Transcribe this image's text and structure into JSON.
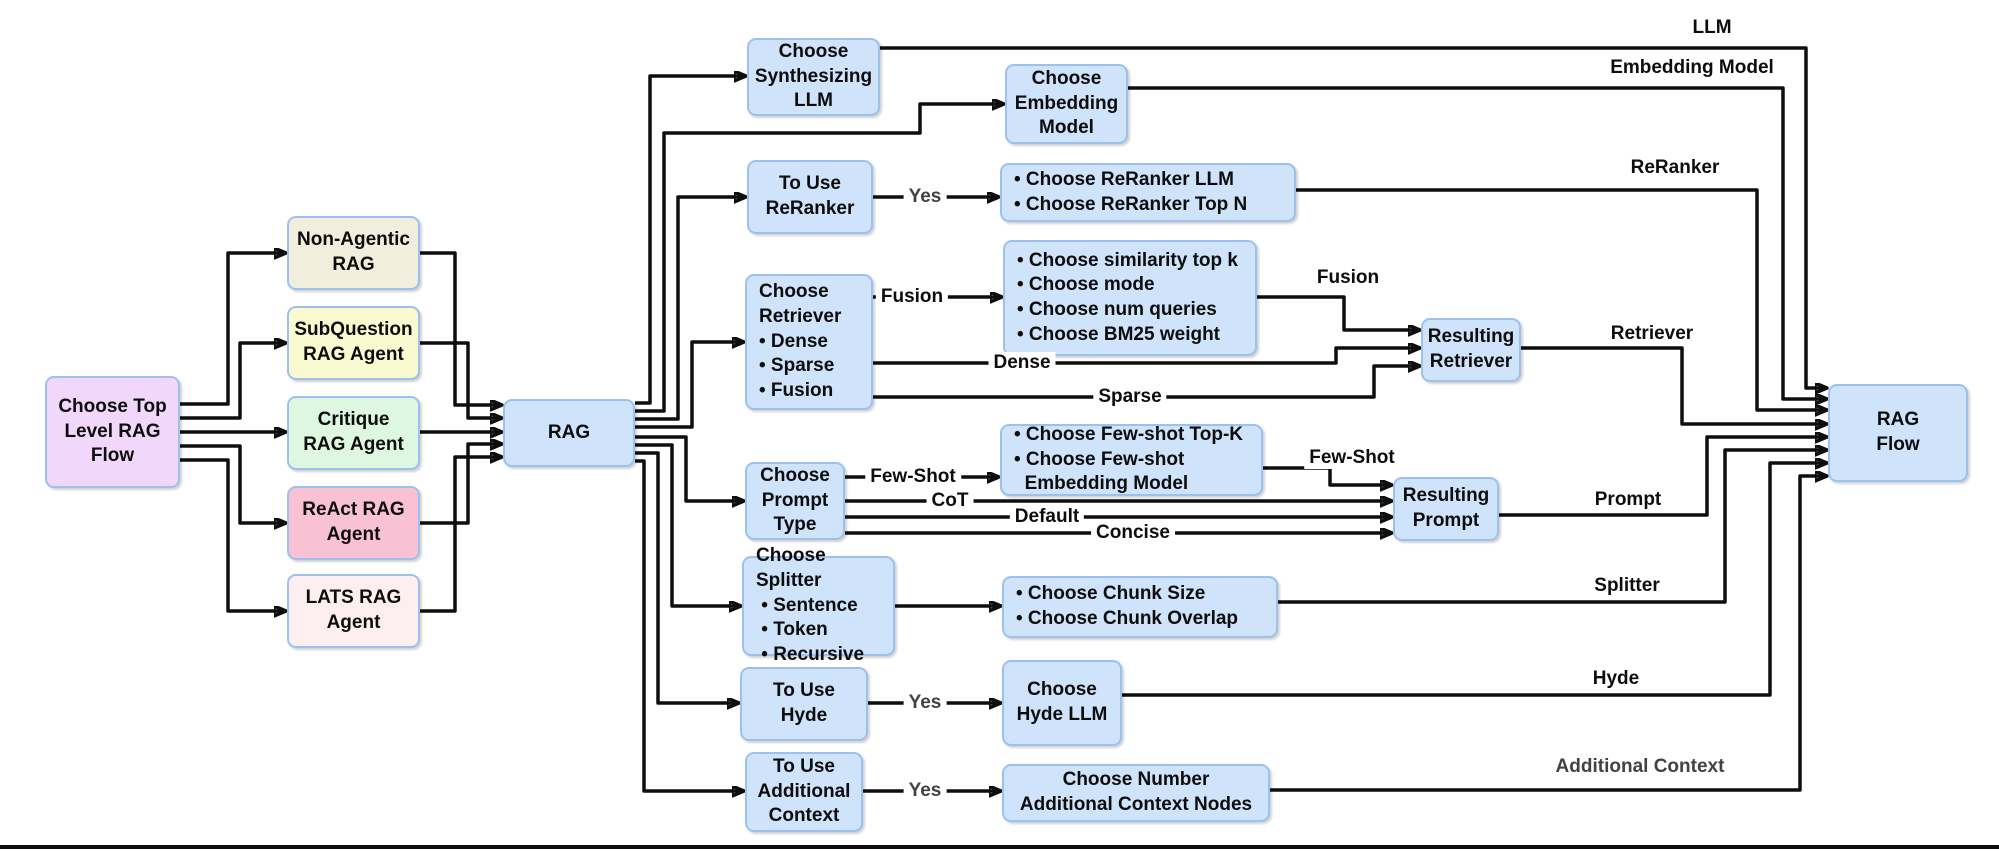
{
  "palette": {
    "node_blue_fill": "#cfe3fa",
    "node_border_blue": "#9dc1ee",
    "lavender": "#f1d7fa",
    "beige": "#f2eedd",
    "yellow": "#fafad0",
    "green": "#def7e0",
    "pink": "#f9c2d4",
    "pale_pink": "#fdeff0",
    "line_black": "#0e0e0e",
    "label_gray": "#424242"
  },
  "nodes": {
    "choose_top_level": {
      "label": "Choose Top\nLevel RAG\nFlow",
      "color": "#f1d7fa"
    },
    "non_agentic": {
      "label": "Non-Agentic\nRAG",
      "color": "#f2eedd"
    },
    "subquestion": {
      "label": "SubQuestion\nRAG Agent",
      "color": "#fafad0"
    },
    "critique": {
      "label": "Critique\nRAG Agent",
      "color": "#def7e0"
    },
    "react": {
      "label": "ReAct RAG\nAgent",
      "color": "#f9c2d4"
    },
    "lats": {
      "label": "LATS RAG\nAgent",
      "color": "#fdeff0"
    },
    "rag": {
      "label": "RAG",
      "color": "#cfe3fa"
    },
    "synth_llm": {
      "label": "Choose\nSynthesizing\nLLM"
    },
    "embed_model": {
      "label": "Choose\nEmbedding\nModel"
    },
    "use_reranker": {
      "label": "To Use\nReRanker"
    },
    "reranker_opts": {
      "label": "• Choose ReRanker LLM\n• Choose ReRanker Top N"
    },
    "choose_retriever": {
      "label": "Choose\nRetriever\n• Dense\n• Sparse\n• Fusion"
    },
    "fusion_opts": {
      "label": "• Choose similarity top k\n• Choose mode\n• Choose num queries\n• Choose BM25 weight"
    },
    "resulting_retriever": {
      "label": "Resulting\nRetriever"
    },
    "choose_prompt_type": {
      "label": "Choose\nPrompt\nType"
    },
    "fewshot_opts": {
      "label": "• Choose Few-shot Top-K\n• Choose Few-shot\n  Embedding Model"
    },
    "resulting_prompt": {
      "label": "Resulting\nPrompt"
    },
    "choose_splitter": {
      "label": "Choose Splitter\n • Sentence\n • Token\n • Recursive"
    },
    "chunk_opts": {
      "label": "• Choose Chunk Size\n• Choose Chunk Overlap"
    },
    "use_hyde": {
      "label": "To Use\nHyde"
    },
    "choose_hyde_llm": {
      "label": "Choose\nHyde LLM"
    },
    "use_add_context": {
      "label": "To Use\nAdditional\nContext"
    },
    "choose_num_nodes": {
      "label": "Choose Number\nAdditional Context Nodes"
    },
    "rag_flow": {
      "label": "RAG\nFlow"
    }
  },
  "edge_labels": {
    "yes": "Yes",
    "fusion": "Fusion",
    "dense": "Dense",
    "sparse": "Sparse",
    "few_shot": "Few-Shot",
    "cot": "CoT",
    "default": "Default",
    "concise": "Concise"
  },
  "output_labels": {
    "llm": "LLM",
    "embedding_model": "Embedding Model",
    "reranker": "ReRanker",
    "fusion": "Fusion",
    "retriever": "Retriever",
    "few_shot": "Few-Shot",
    "prompt": "Prompt",
    "splitter": "Splitter",
    "hyde": "Hyde",
    "additional_context": "Additional Context"
  }
}
